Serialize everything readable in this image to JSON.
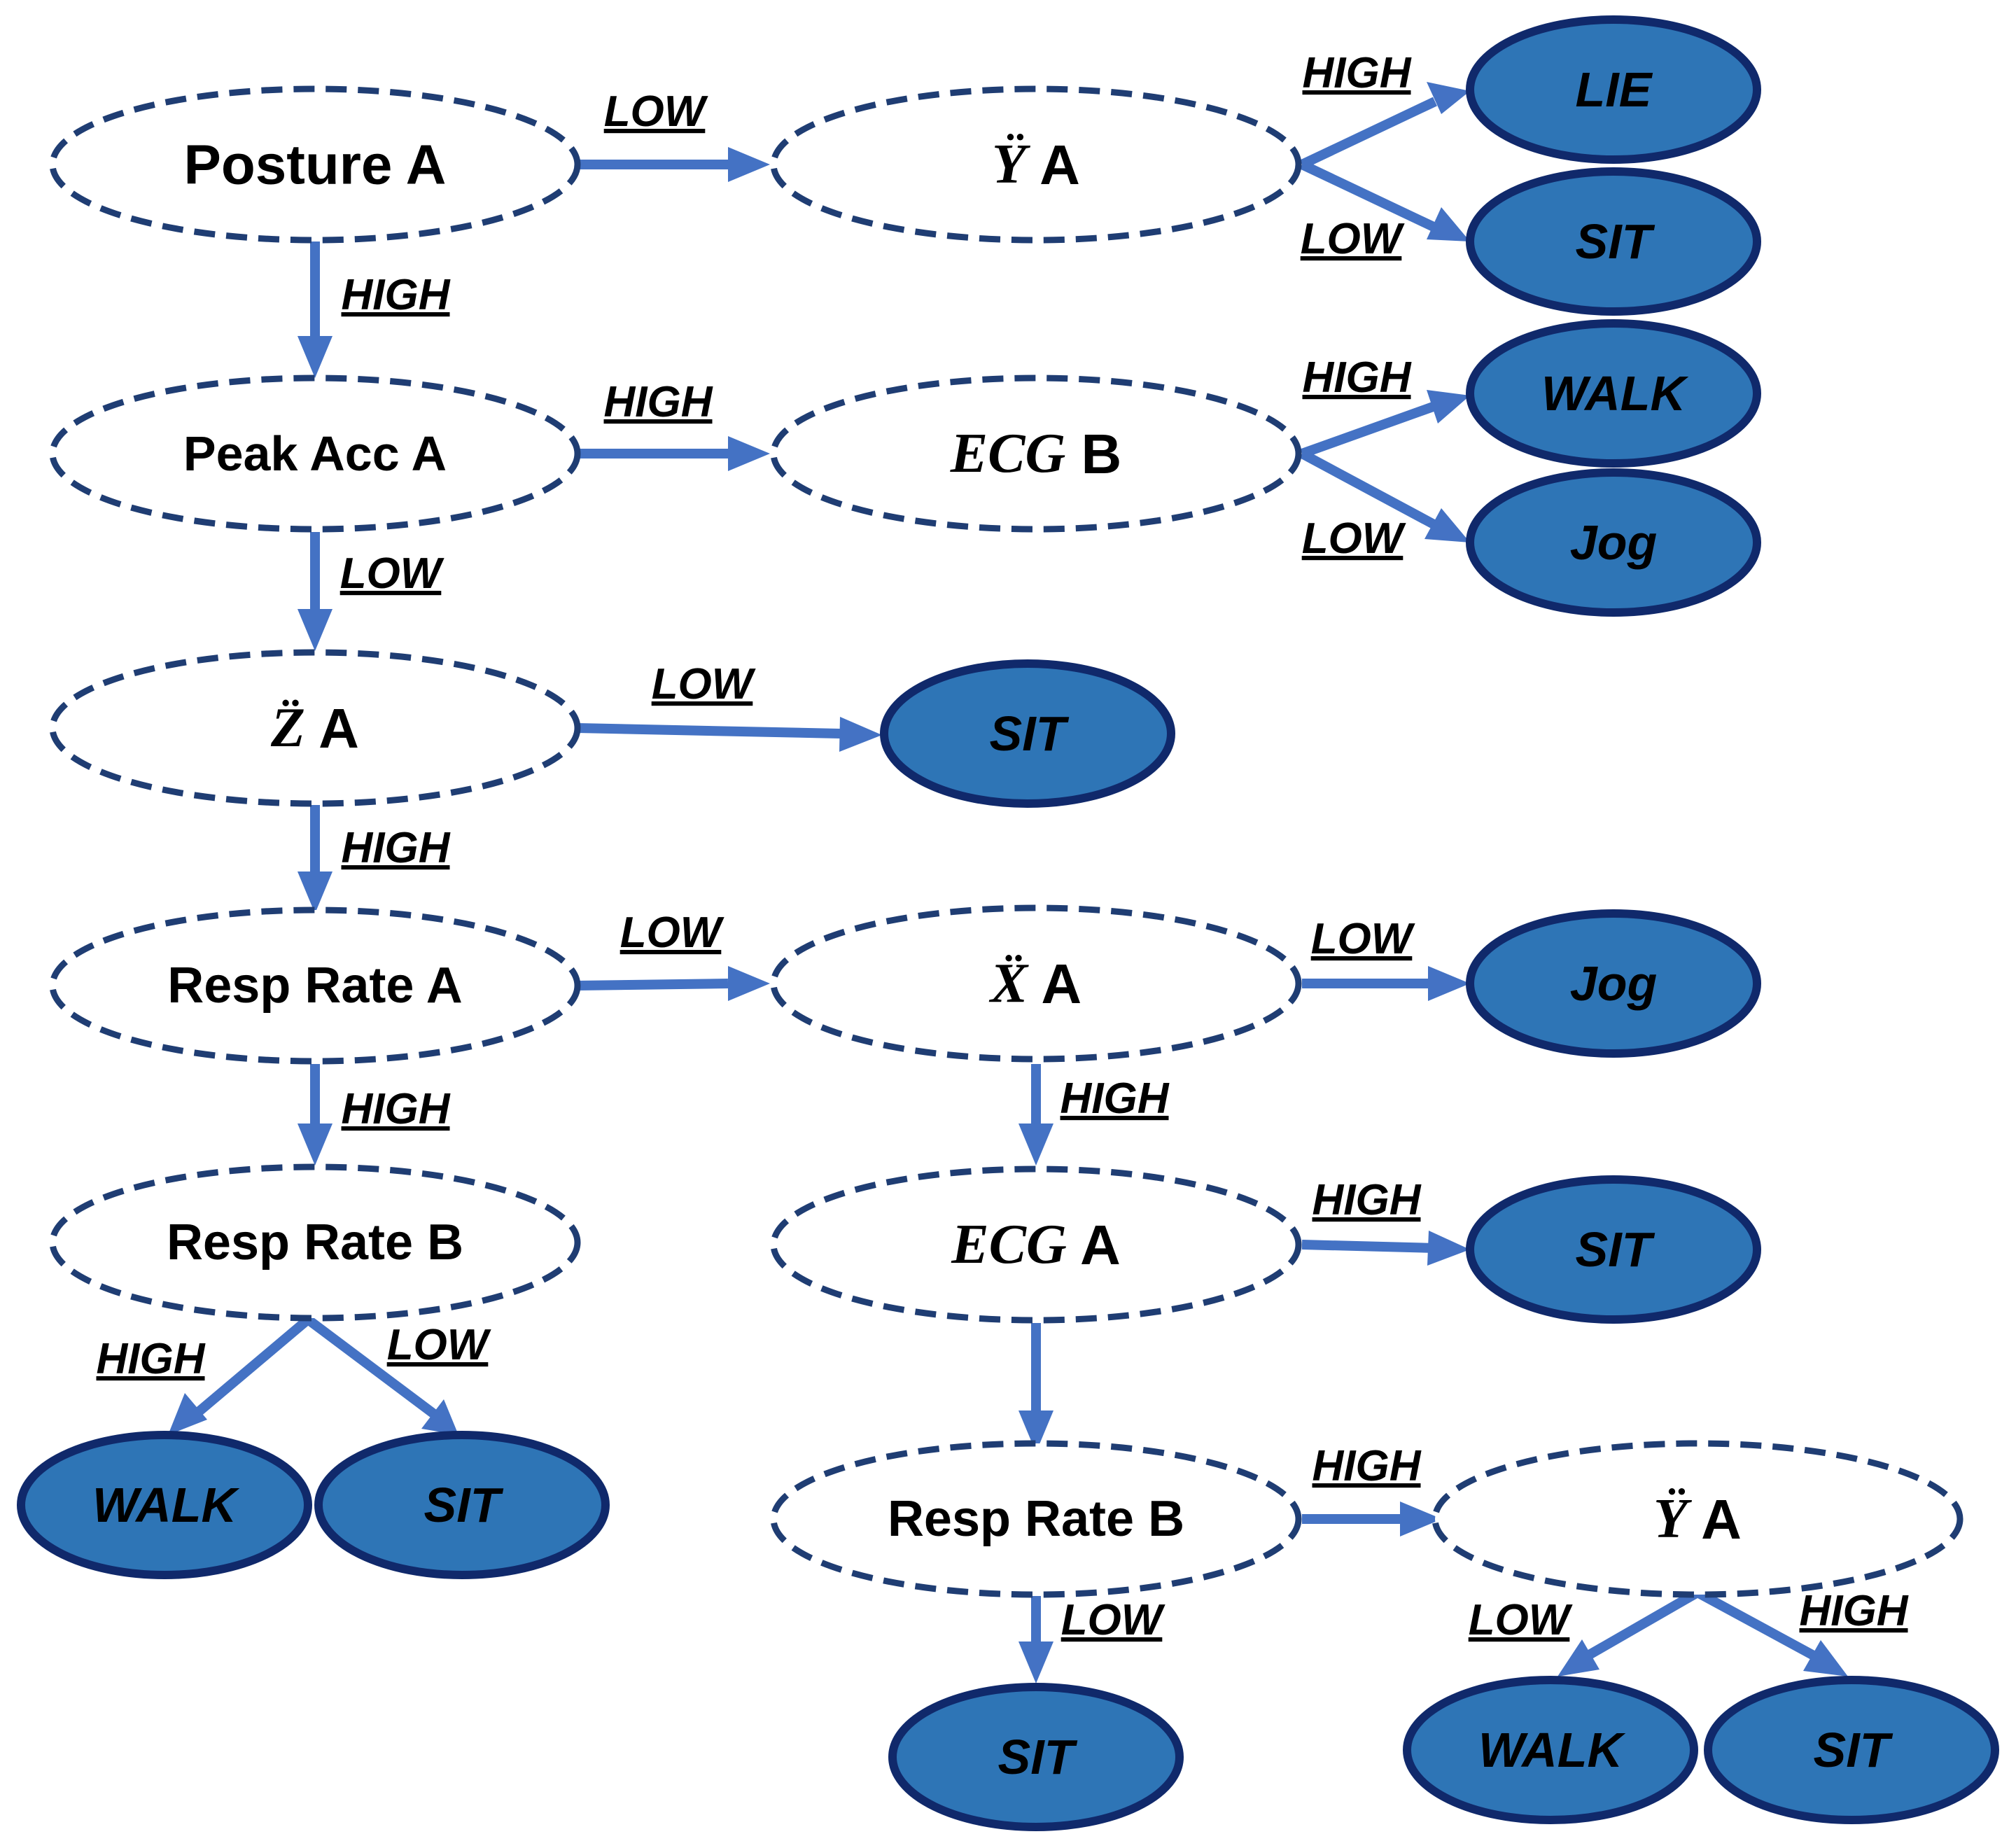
{
  "colors": {
    "decision_border": "#1f3d73",
    "leaf_fill": "#2e75b6",
    "leaf_border": "#10296b",
    "arrow": "#4472c4"
  },
  "nodes": {
    "posture_a": {
      "text": "Posture A"
    },
    "ydd_a_top": {
      "symbol": "Ÿ",
      "suffix": "A"
    },
    "peak_acc_a": {
      "text": "Peak Acc A"
    },
    "ecg_b": {
      "symbol": "ECG",
      "suffix": "B"
    },
    "zdd_a": {
      "symbol": "Z̈",
      "suffix": "A"
    },
    "resp_rate_a": {
      "text": "Resp Rate A"
    },
    "xdd_a": {
      "symbol": "Ẍ",
      "suffix": "A"
    },
    "resp_rate_b_left": {
      "text": "Resp Rate B"
    },
    "ecg_a": {
      "symbol": "ECG",
      "suffix": "A"
    },
    "resp_rate_b_right": {
      "text": "Resp Rate B"
    },
    "ydd_a_bottom": {
      "symbol": "Ÿ",
      "suffix": "A"
    }
  },
  "leaves": {
    "lie_1": "LIE",
    "sit_1": "SIT",
    "walk_1": "WALK",
    "jog_1": "Jog",
    "sit_2": "SIT",
    "jog_2": "Jog",
    "sit_3": "SIT",
    "walk_2": "WALK",
    "sit_4": "SIT",
    "sit_5": "SIT",
    "walk_3": "WALK",
    "sit_6": "SIT"
  },
  "edges": {
    "posture_low": "LOW",
    "posture_high": "HIGH",
    "ydd_top_high": "HIGH",
    "ydd_top_low": "LOW",
    "peak_high": "HIGH",
    "peak_low": "LOW",
    "ecg_b_high": "HIGH",
    "ecg_b_low": "LOW",
    "zdd_low": "LOW",
    "zdd_high": "HIGH",
    "resp_a_low": "LOW",
    "resp_a_high": "HIGH",
    "xdd_low": "LOW",
    "xdd_high": "HIGH",
    "resp_b_left_high": "HIGH",
    "resp_b_left_low": "LOW",
    "ecg_a_high": "HIGH",
    "resp_b_right_high": "HIGH",
    "resp_b_right_low": "LOW",
    "ydd_bottom_low": "LOW",
    "ydd_bottom_high": "HIGH"
  }
}
